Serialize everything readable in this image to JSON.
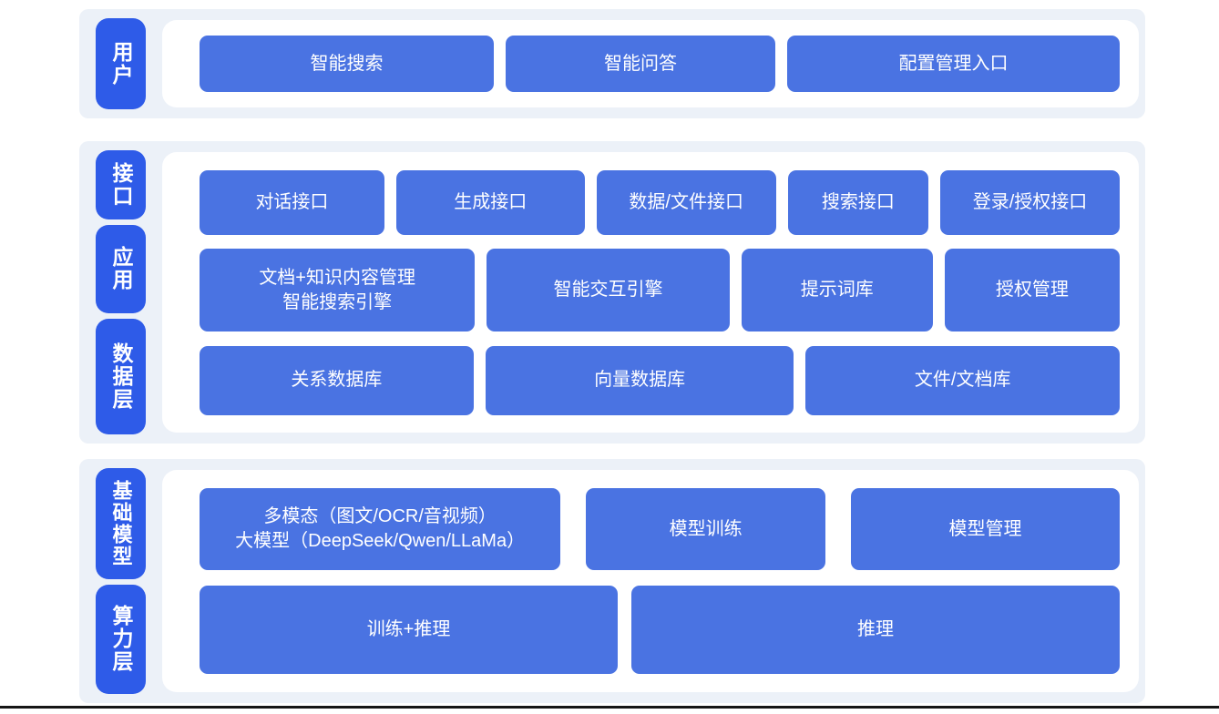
{
  "colors": {
    "section_bg": "#ecf1f8",
    "card_bg": "#ffffff",
    "layer_label_blue": "#2e5be8",
    "block_blue": "#4a73e2",
    "text_white": "#ffffff",
    "bottom_rule": "#161616"
  },
  "sections": [
    {
      "name": "user",
      "labels": [
        "用户"
      ],
      "rows": [
        [
          "智能搜索",
          "智能问答",
          "配置管理入口"
        ]
      ]
    },
    {
      "name": "interface-application-data",
      "labels": [
        "接口",
        "应用",
        "数据层"
      ],
      "rows": [
        [
          "对话接口",
          "生成接口",
          "数据/文件接口",
          "搜索接口",
          "登录/授权接口"
        ],
        [
          "文档+知识内容管理\n智能搜索引擎",
          "智能交互引擎",
          "提示词库",
          "授权管理"
        ],
        [
          "关系数据库",
          "向量数据库",
          "文件/文档库"
        ]
      ]
    },
    {
      "name": "foundation-model-compute",
      "labels": [
        "基础模型",
        "算力层"
      ],
      "rows": [
        [
          "多模态（图文/OCR/音视频）\n大模型（DeepSeek/Qwen/LLaMa）",
          "模型训练",
          "模型管理"
        ],
        [
          "训练+推理",
          "推理"
        ]
      ]
    }
  ]
}
